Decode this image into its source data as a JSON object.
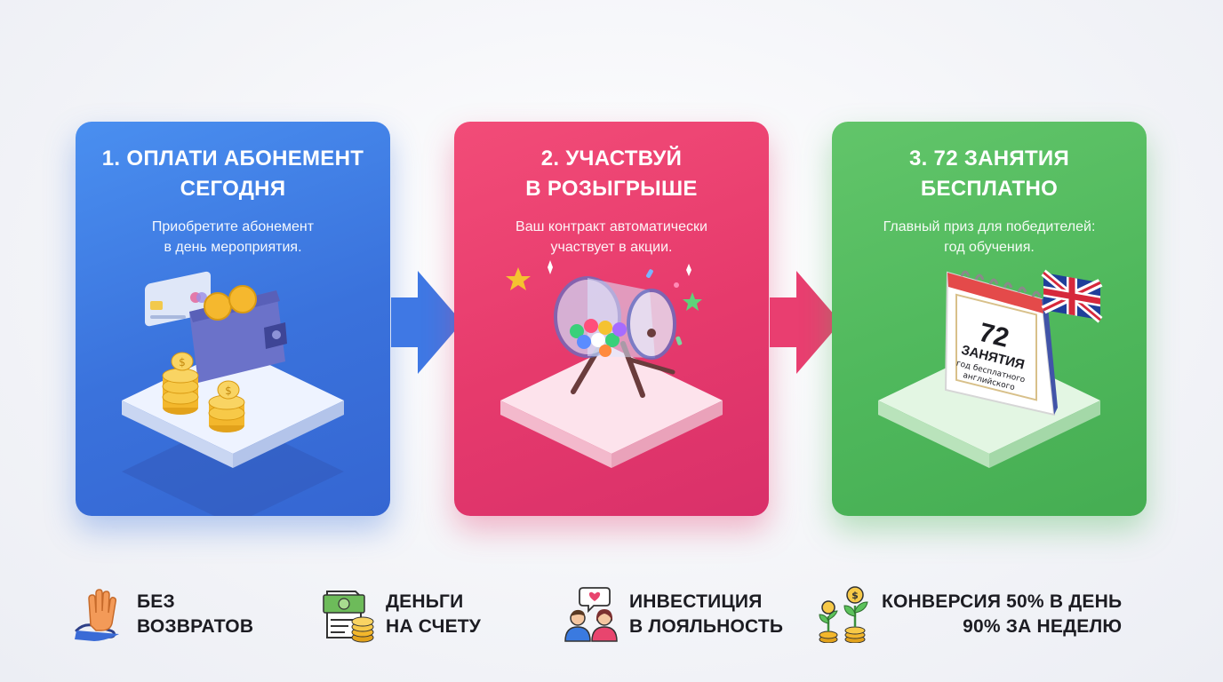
{
  "steps": [
    {
      "title_line1": "1. ОПЛАТИ АБОНЕМЕНТ",
      "title_line2": "СЕГОДНЯ",
      "desc_line1": "Приобретите абонемент",
      "desc_line2": "в день мероприятия.",
      "color": "#3f7fe6"
    },
    {
      "title_line1": "2. УЧАСТВУЙ",
      "title_line2": "В РОЗЫГРЫШЕ",
      "desc_line1": "Ваш контракт автоматически",
      "desc_line2": "участвует в акции.",
      "color": "#ea4172"
    },
    {
      "title_line1": "3. 72 ЗАНЯТИЯ",
      "title_line2": "БЕСПЛАТНО",
      "desc_line1": "Главный приз для победителей:",
      "desc_line2": "год обучения.",
      "color": "#56bd60",
      "calendar_number": "72",
      "calendar_word": "ЗАНЯТИЯ",
      "calendar_sub1": "год бесплатного",
      "calendar_sub2": "английского"
    }
  ],
  "features": [
    {
      "line1": "БЕЗ",
      "line2": "ВОЗВРАТОВ",
      "icon": "stop-hand-icon"
    },
    {
      "line1": "ДЕНЬГИ",
      "line2": "НА СЧЕТУ",
      "icon": "money-document-icon"
    },
    {
      "line1": "ИНВЕСТИЦИЯ",
      "line2": "В ЛОЯЛЬНОСТЬ",
      "icon": "people-heart-icon"
    },
    {
      "line1": "КОНВЕРСИЯ 50% В ДЕНЬ",
      "line2": "90% ЗА НЕДЕЛЮ",
      "icon": "coin-plants-icon"
    }
  ]
}
